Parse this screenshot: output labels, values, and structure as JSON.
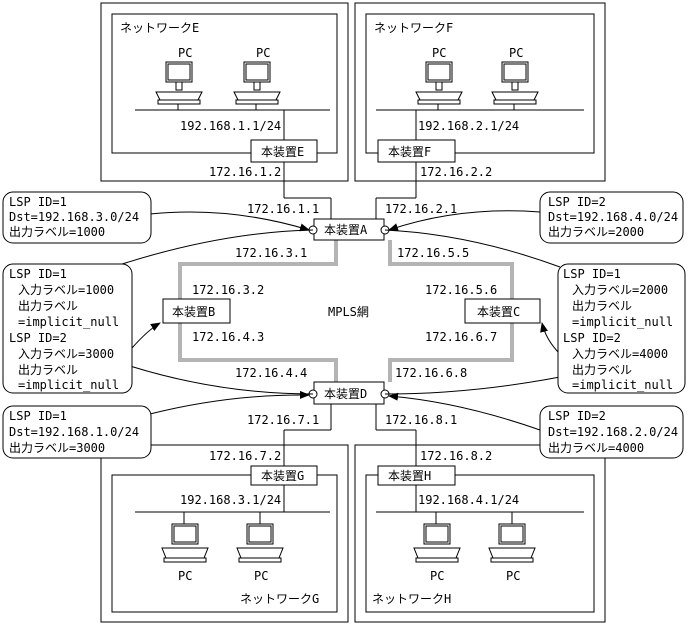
{
  "networks": {
    "e": {
      "name": "ネットワークE",
      "subnet": "192.168.1.1/24"
    },
    "f": {
      "name": "ネットワークF",
      "subnet": "192.168.2.1/24"
    },
    "g": {
      "name": "ネットワークG",
      "subnet": "192.168.3.1/24"
    },
    "h": {
      "name": "ネットワークH",
      "subnet": "192.168.4.1/24"
    }
  },
  "pc_label": "PC",
  "devices": {
    "a": "本装置A",
    "b": "本装置B",
    "c": "本装置C",
    "d": "本装置D",
    "e": "本装置E",
    "f": "本装置F",
    "g": "本装置G",
    "h": "本装置H"
  },
  "mpls_label": "MPLS網",
  "links": {
    "e_uplink": "172.16.1.2",
    "a_e": "172.16.1.1",
    "f_uplink": "172.16.2.2",
    "a_f": "172.16.2.1",
    "a_b": "172.16.3.1",
    "b_a": "172.16.3.2",
    "a_c": "172.16.5.5",
    "c_a": "172.16.5.6",
    "b_d": "172.16.4.3",
    "d_b": "172.16.4.4",
    "c_d": "172.16.6.7",
    "d_c": "172.16.6.8",
    "d_g": "172.16.7.1",
    "g_uplink": "172.16.7.2",
    "d_h": "172.16.8.1",
    "h_uplink": "172.16.8.2"
  },
  "callouts": {
    "a_left": [
      "LSP ID=1",
      "Dst=192.168.3.0/24",
      "出力ラベル=1000"
    ],
    "a_right": [
      "LSP ID=2",
      "Dst=192.168.4.0/24",
      "出力ラベル=2000"
    ],
    "b": [
      "LSP ID=1",
      "入力ラベル=1000",
      "出力ラベル",
      "=implicit_null",
      "LSP ID=2",
      "入力ラベル=3000",
      "出力ラベル",
      "=implicit_null"
    ],
    "c": [
      "LSP ID=1",
      "入力ラベル=2000",
      "出力ラベル",
      "=implicit_null",
      "LSP ID=2",
      "入力ラベル=4000",
      "出力ラベル",
      "=implicit_null"
    ],
    "d_left": [
      "LSP ID=1",
      "Dst=192.168.1.0/24",
      "出力ラベル=3000"
    ],
    "d_right": [
      "LSP ID=2",
      "Dst=192.168.2.0/24",
      "出力ラベル=4000"
    ]
  }
}
